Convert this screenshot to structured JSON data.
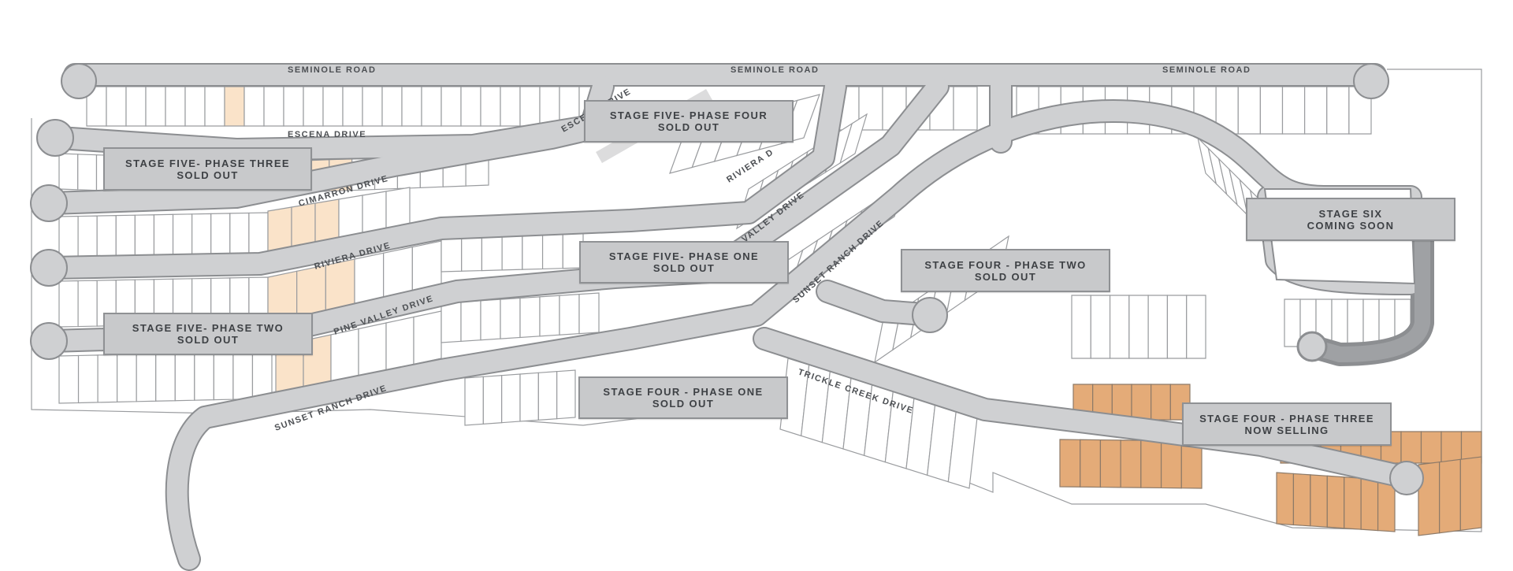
{
  "roads": {
    "seminole_1": "SEMINOLE ROAD",
    "seminole_2": "SEMINOLE ROAD",
    "seminole_3": "SEMINOLE ROAD",
    "escena": "ESCENA DRIVE",
    "escena_partial": "ESCENA DRIVE",
    "cimarron": "CIMARRON DRIVE",
    "riviera": "RIVIERA DRIVE",
    "riviera_partial": "RIVIERA D",
    "pine_valley": "PINE VALLEY DRIVE",
    "valley_partial": "VALLEY DRIVE",
    "sunset_ranch_1": "SUNSET RANCH DRIVE",
    "sunset_ranch_2": "SUNSET RANCH DRIVE",
    "trickle_creek": "TRICKLE CREEK DRIVE"
  },
  "stages": {
    "s5p3": {
      "title": "STAGE FIVE- PHASE THREE",
      "status": "SOLD OUT"
    },
    "s5p4": {
      "title": "STAGE FIVE- PHASE FOUR",
      "status": "SOLD OUT"
    },
    "s5p1": {
      "title": "STAGE FIVE- PHASE ONE",
      "status": "SOLD OUT"
    },
    "s5p2": {
      "title": "STAGE FIVE- PHASE TWO",
      "status": "SOLD OUT"
    },
    "s4p1": {
      "title": "STAGE FOUR - PHASE ONE",
      "status": "SOLD OUT"
    },
    "s4p2": {
      "title": "STAGE FOUR - PHASE TWO",
      "status": "SOLD OUT"
    },
    "s4p3": {
      "title": "STAGE FOUR - PHASE THREE",
      "status": "NOW SELLING"
    },
    "s6": {
      "title": "STAGE SIX",
      "status": "COMING SOON"
    }
  },
  "colors": {
    "road_fill": "#cfd0d2",
    "lot_available_light": "#fae3c9",
    "lot_now_selling": "#e4ab78",
    "badge": "#c8c9cb"
  }
}
